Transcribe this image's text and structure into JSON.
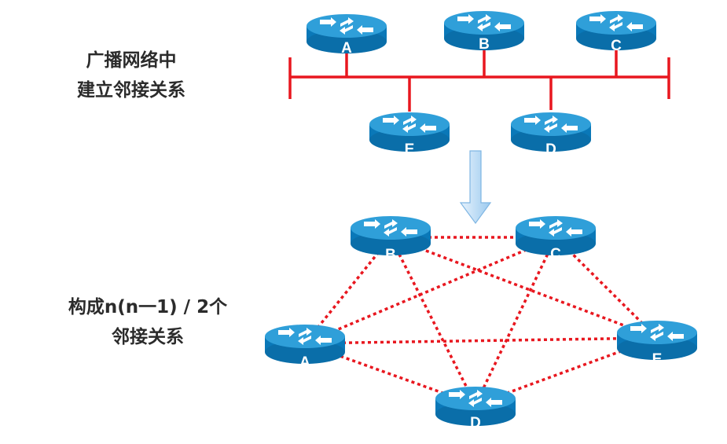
{
  "captions": {
    "broadcast_line1": "广播网络中",
    "broadcast_line2": "建立邻接关系",
    "formula_line1": "构成n(n一1) / 2个",
    "formula_line2": "邻接关系"
  },
  "top_routers": [
    "A",
    "B",
    "C",
    "E",
    "D"
  ],
  "bottom_routers": [
    "B",
    "C",
    "A",
    "E",
    "D"
  ],
  "adjacencies": [
    [
      "B",
      "C"
    ],
    [
      "B",
      "A"
    ],
    [
      "B",
      "E"
    ],
    [
      "B",
      "D"
    ],
    [
      "C",
      "A"
    ],
    [
      "C",
      "E"
    ],
    [
      "C",
      "D"
    ],
    [
      "A",
      "E"
    ],
    [
      "A",
      "D"
    ],
    [
      "E",
      "D"
    ]
  ],
  "colors": {
    "bus": "#e8171f",
    "adjacency": "#e8171f",
    "router": "#0a86c9",
    "arrow": "#a9d2f2"
  }
}
